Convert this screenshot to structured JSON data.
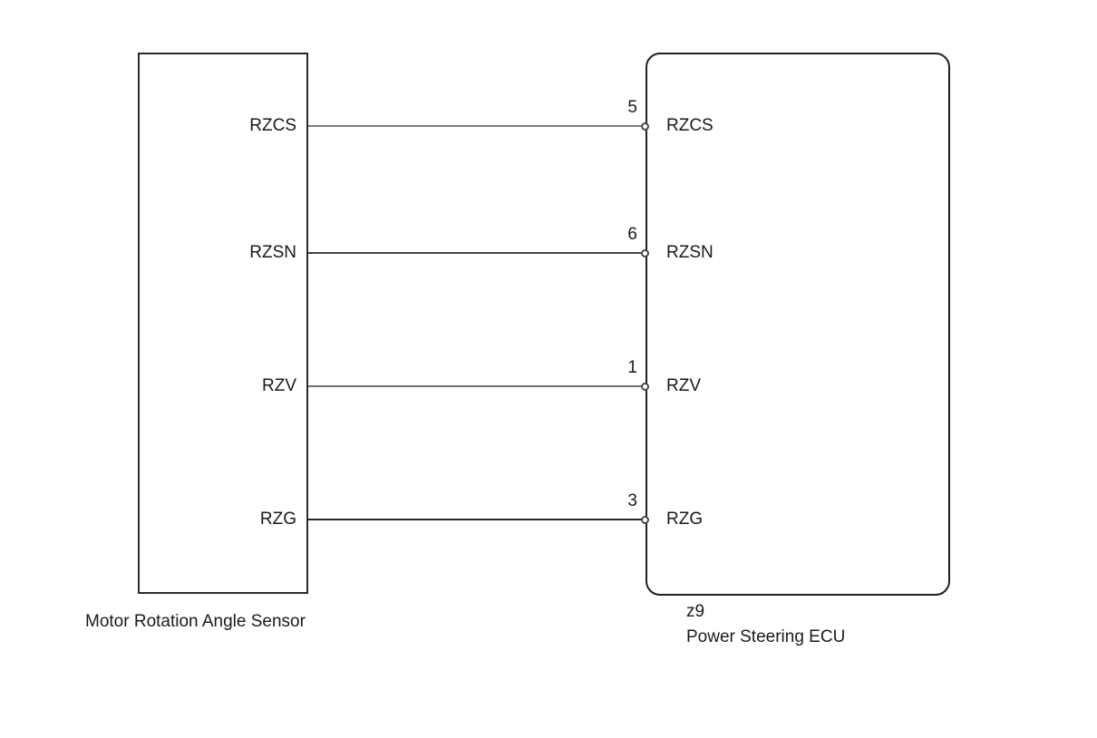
{
  "diagram": {
    "left_component": {
      "name": "Motor Rotation Angle Sensor",
      "pins": [
        "RZCS",
        "RZSN",
        "RZV",
        "RZG"
      ]
    },
    "right_component": {
      "code": "z9",
      "name": "Power Steering ECU",
      "pins": [
        {
          "number": "5",
          "label": "RZCS"
        },
        {
          "number": "6",
          "label": "RZSN"
        },
        {
          "number": "1",
          "label": "RZV"
        },
        {
          "number": "3",
          "label": "RZG"
        }
      ]
    },
    "wires": [
      {
        "from": "RZCS",
        "to_pin": "5",
        "to": "RZCS",
        "color": "#7d7d7d"
      },
      {
        "from": "RZSN",
        "to_pin": "6",
        "to": "RZSN",
        "color": "#454545"
      },
      {
        "from": "RZV",
        "to_pin": "1",
        "to": "RZV",
        "color": "#6f6f6f"
      },
      {
        "from": "RZG",
        "to_pin": "3",
        "to": "RZG",
        "color": "#262626"
      }
    ],
    "colors": {
      "background": "#ffffff",
      "box_border": "#2b2b2b",
      "text": "#1a1a1a",
      "pin_circle_stroke": "#4a4a4a"
    }
  }
}
